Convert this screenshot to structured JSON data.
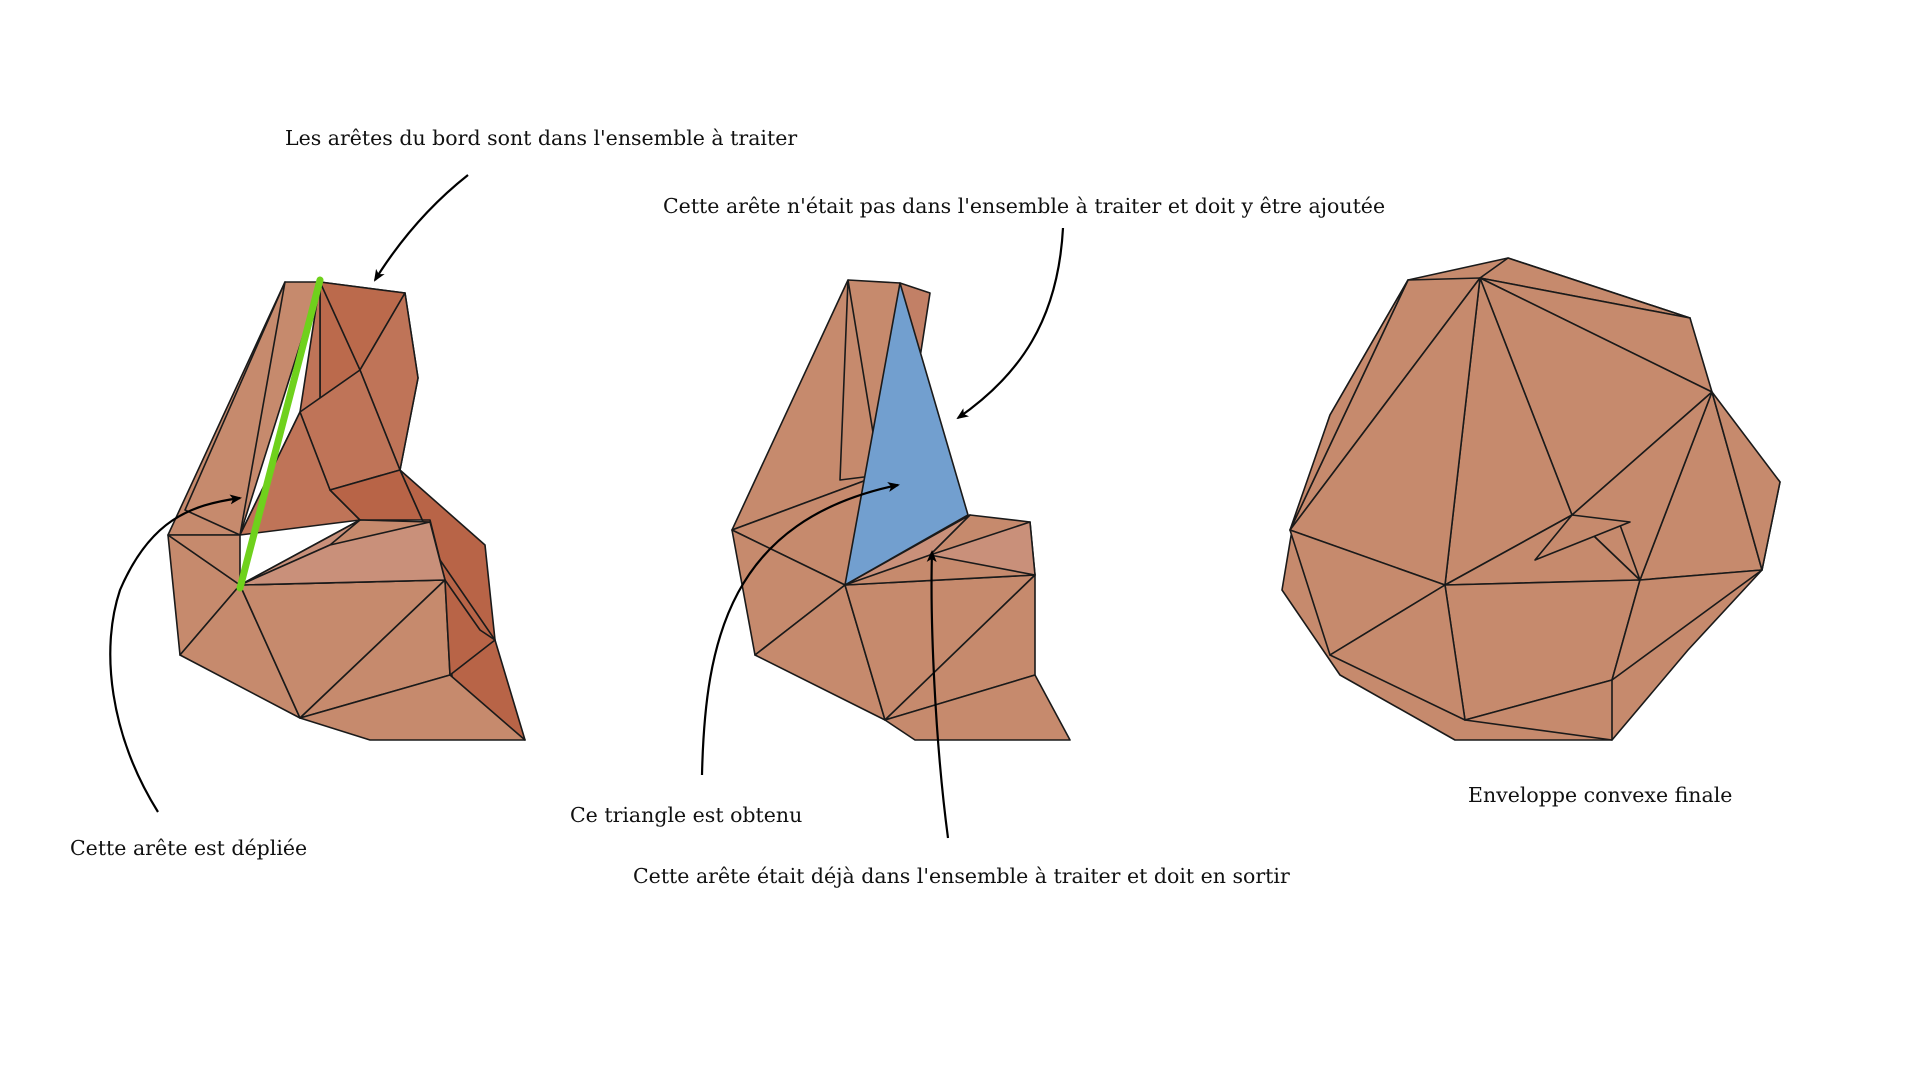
{
  "colors": {
    "background": "#ffffff",
    "face_light": "#c68a6d",
    "face_mid": "#bf7458",
    "face_dark": "#b86447",
    "edge": "#1a1a1a",
    "highlight_edge": "#6fd11c",
    "new_triangle": "#729fcf"
  },
  "captions": {
    "boundary_edges": "Les arêtes du bord sont dans l'ensemble à traiter",
    "unfolded_edge": "Cette arête est dépliée",
    "added_edge": "Cette arête n'était pas dans l'ensemble à traiter et doit y être ajoutée",
    "triangle_obtained": "Ce triangle est obtenu",
    "removed_edge": "Cette arête était déjà dans l'ensemble à traiter et doit en sortir",
    "final_hull": "Enveloppe convexe finale"
  }
}
